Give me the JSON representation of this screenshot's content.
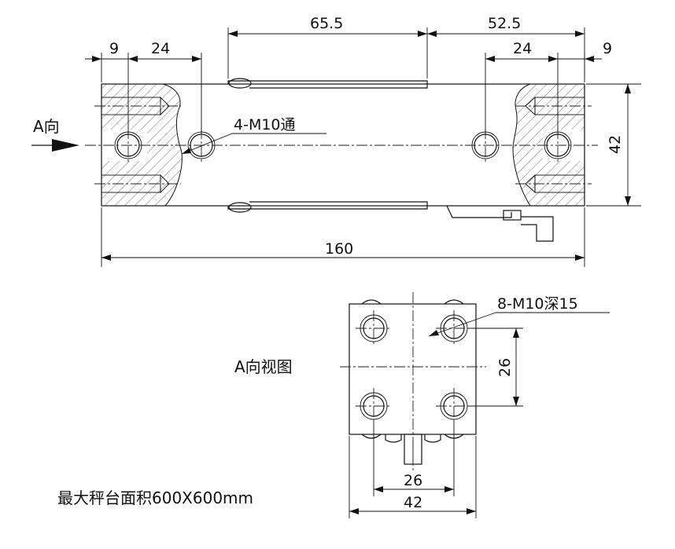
{
  "side_view": {
    "dim_top_center": "65.5",
    "dim_top_right": "52.5",
    "dim_left_9": "9",
    "dim_left_24": "24",
    "dim_right_24": "24",
    "dim_right_9": "9",
    "dim_height": "42",
    "dim_length": "160",
    "hole_callout": "4-M10通",
    "view_arrow_label": "A向"
  },
  "end_view": {
    "title": "A向视图",
    "hole_callout": "8-M10深15",
    "dim_vertical": "26",
    "dim_inner": "26",
    "dim_outer": "42"
  },
  "note": "最大秤台面积600X600mm"
}
